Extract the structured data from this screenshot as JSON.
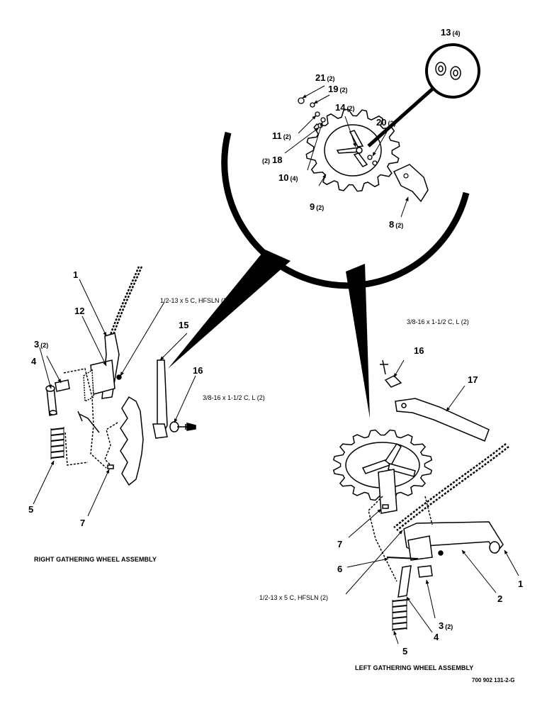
{
  "callouts": {
    "c13": {
      "num": "13",
      "qty": "(4)"
    },
    "c21": {
      "num": "21",
      "qty": "(2)"
    },
    "c19": {
      "num": "19",
      "qty": "(2)"
    },
    "c14": {
      "num": "14",
      "qty": "(2)"
    },
    "c20": {
      "num": "20",
      "qty": "(2)"
    },
    "c11": {
      "num": "11",
      "qty": "(2)"
    },
    "c18": {
      "num": "18",
      "qty": "(2)"
    },
    "c10": {
      "num": "10",
      "qty": "(4)"
    },
    "c9": {
      "num": "9",
      "qty": "(2)"
    },
    "c8": {
      "num": "8",
      "qty": "(2)"
    },
    "r1": {
      "num": "1"
    },
    "r12": {
      "num": "12"
    },
    "r3": {
      "num": "3",
      "qty": "(2)"
    },
    "r4": {
      "num": "4"
    },
    "r15": {
      "num": "15"
    },
    "r16": {
      "num": "16"
    },
    "r5": {
      "num": "5"
    },
    "r7": {
      "num": "7"
    },
    "l16": {
      "num": "16"
    },
    "l17": {
      "num": "17"
    },
    "l7": {
      "num": "7"
    },
    "l6": {
      "num": "6"
    },
    "l1": {
      "num": "1"
    },
    "l2": {
      "num": "2"
    },
    "l3": {
      "num": "3",
      "qty": "(2)"
    },
    "l4": {
      "num": "4"
    },
    "l5": {
      "num": "5"
    }
  },
  "specs": {
    "right_bolt": "1/2-13 x 5 C, HFSLN (2)",
    "right_small_bolt": "3/8-16 x 1-1/2 C, L (2)",
    "left_small_bolt": "3/8-16 x 1-1/2 C, L (2)",
    "left_bolt": "1/2-13 x 5 C, HFSLN (2)"
  },
  "captions": {
    "right": "RIGHT GATHERING WHEEL ASSEMBLY",
    "left": "LEFT GATHERING WHEEL ASSEMBLY"
  },
  "doc_number": "700 902 131-2-G",
  "colors": {
    "ink": "#000000",
    "paper": "#ffffff"
  }
}
